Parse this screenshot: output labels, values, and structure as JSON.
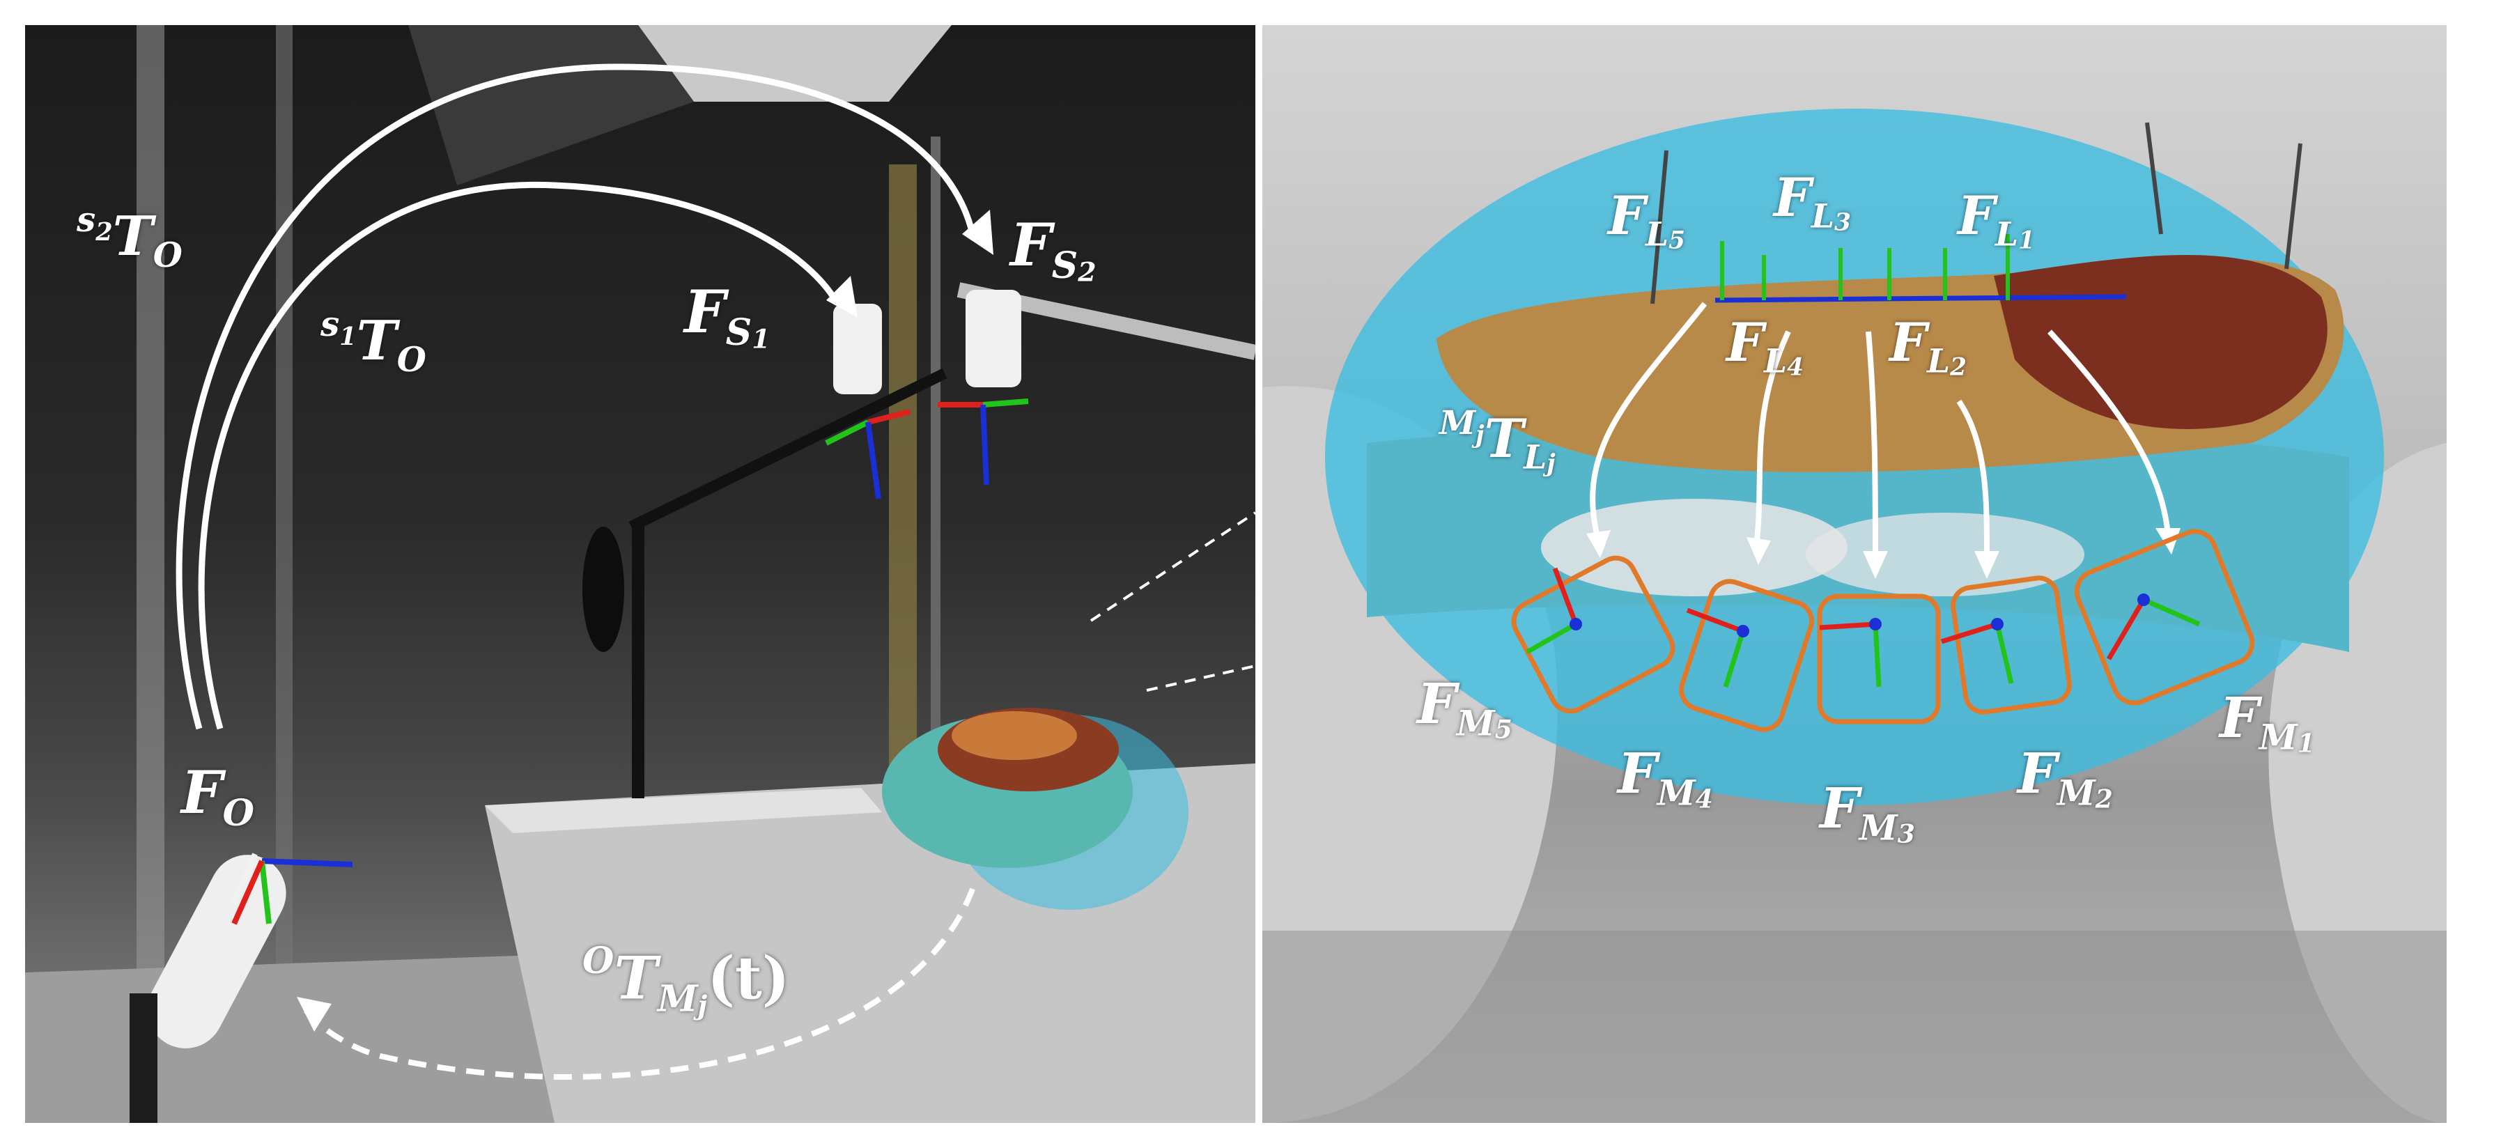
{
  "figure": {
    "left_scene": {
      "labels": {
        "s2_to_o": {
          "sup": "s",
          "sup_sub": "2",
          "main": "T",
          "sub": "O"
        },
        "s1_to_o": {
          "sup": "s",
          "sup_sub": "1",
          "main": "T",
          "sub": "O"
        },
        "f_s1": {
          "main": "F",
          "sub": "S",
          "sub_sub": "1"
        },
        "f_s2": {
          "main": "F",
          "sub": "S",
          "sub_sub": "2"
        },
        "f_o": {
          "main": "F",
          "sub": "O"
        },
        "o_t_mj": {
          "sup": "O",
          "main": "T",
          "sub": "M",
          "sub_sub": "j",
          "arg": "(t)"
        }
      }
    },
    "right_scene": {
      "labels": {
        "f_l5": {
          "main": "F",
          "sub": "L",
          "sub_sub": "5"
        },
        "f_l3": {
          "main": "F",
          "sub": "L",
          "sub_sub": "3"
        },
        "f_l1": {
          "main": "F",
          "sub": "L",
          "sub_sub": "1"
        },
        "f_l4": {
          "main": "F",
          "sub": "L",
          "sub_sub": "4"
        },
        "f_l2": {
          "main": "F",
          "sub": "L",
          "sub_sub": "2"
        },
        "mj_t_lj": {
          "sup": "M",
          "sup_sub": "j",
          "main": "T",
          "sub": "L",
          "sub_sub": "j"
        },
        "f_m5": {
          "main": "F",
          "sub": "M",
          "sub_sub": "5"
        },
        "f_m4": {
          "main": "F",
          "sub": "M",
          "sub_sub": "4"
        },
        "f_m3": {
          "main": "F",
          "sub": "M",
          "sub_sub": "3"
        },
        "f_m2": {
          "main": "F",
          "sub": "M",
          "sub_sub": "2"
        },
        "f_m1": {
          "main": "F",
          "sub": "M",
          "sub_sub": "1"
        }
      }
    },
    "colors": {
      "axis_x": "#e0201a",
      "axis_y": "#22c41a",
      "axis_z": "#1a2fd6",
      "marker_box": "#e07a2a",
      "highlight": "#3bbde0",
      "arrow": "#ffffff"
    }
  }
}
